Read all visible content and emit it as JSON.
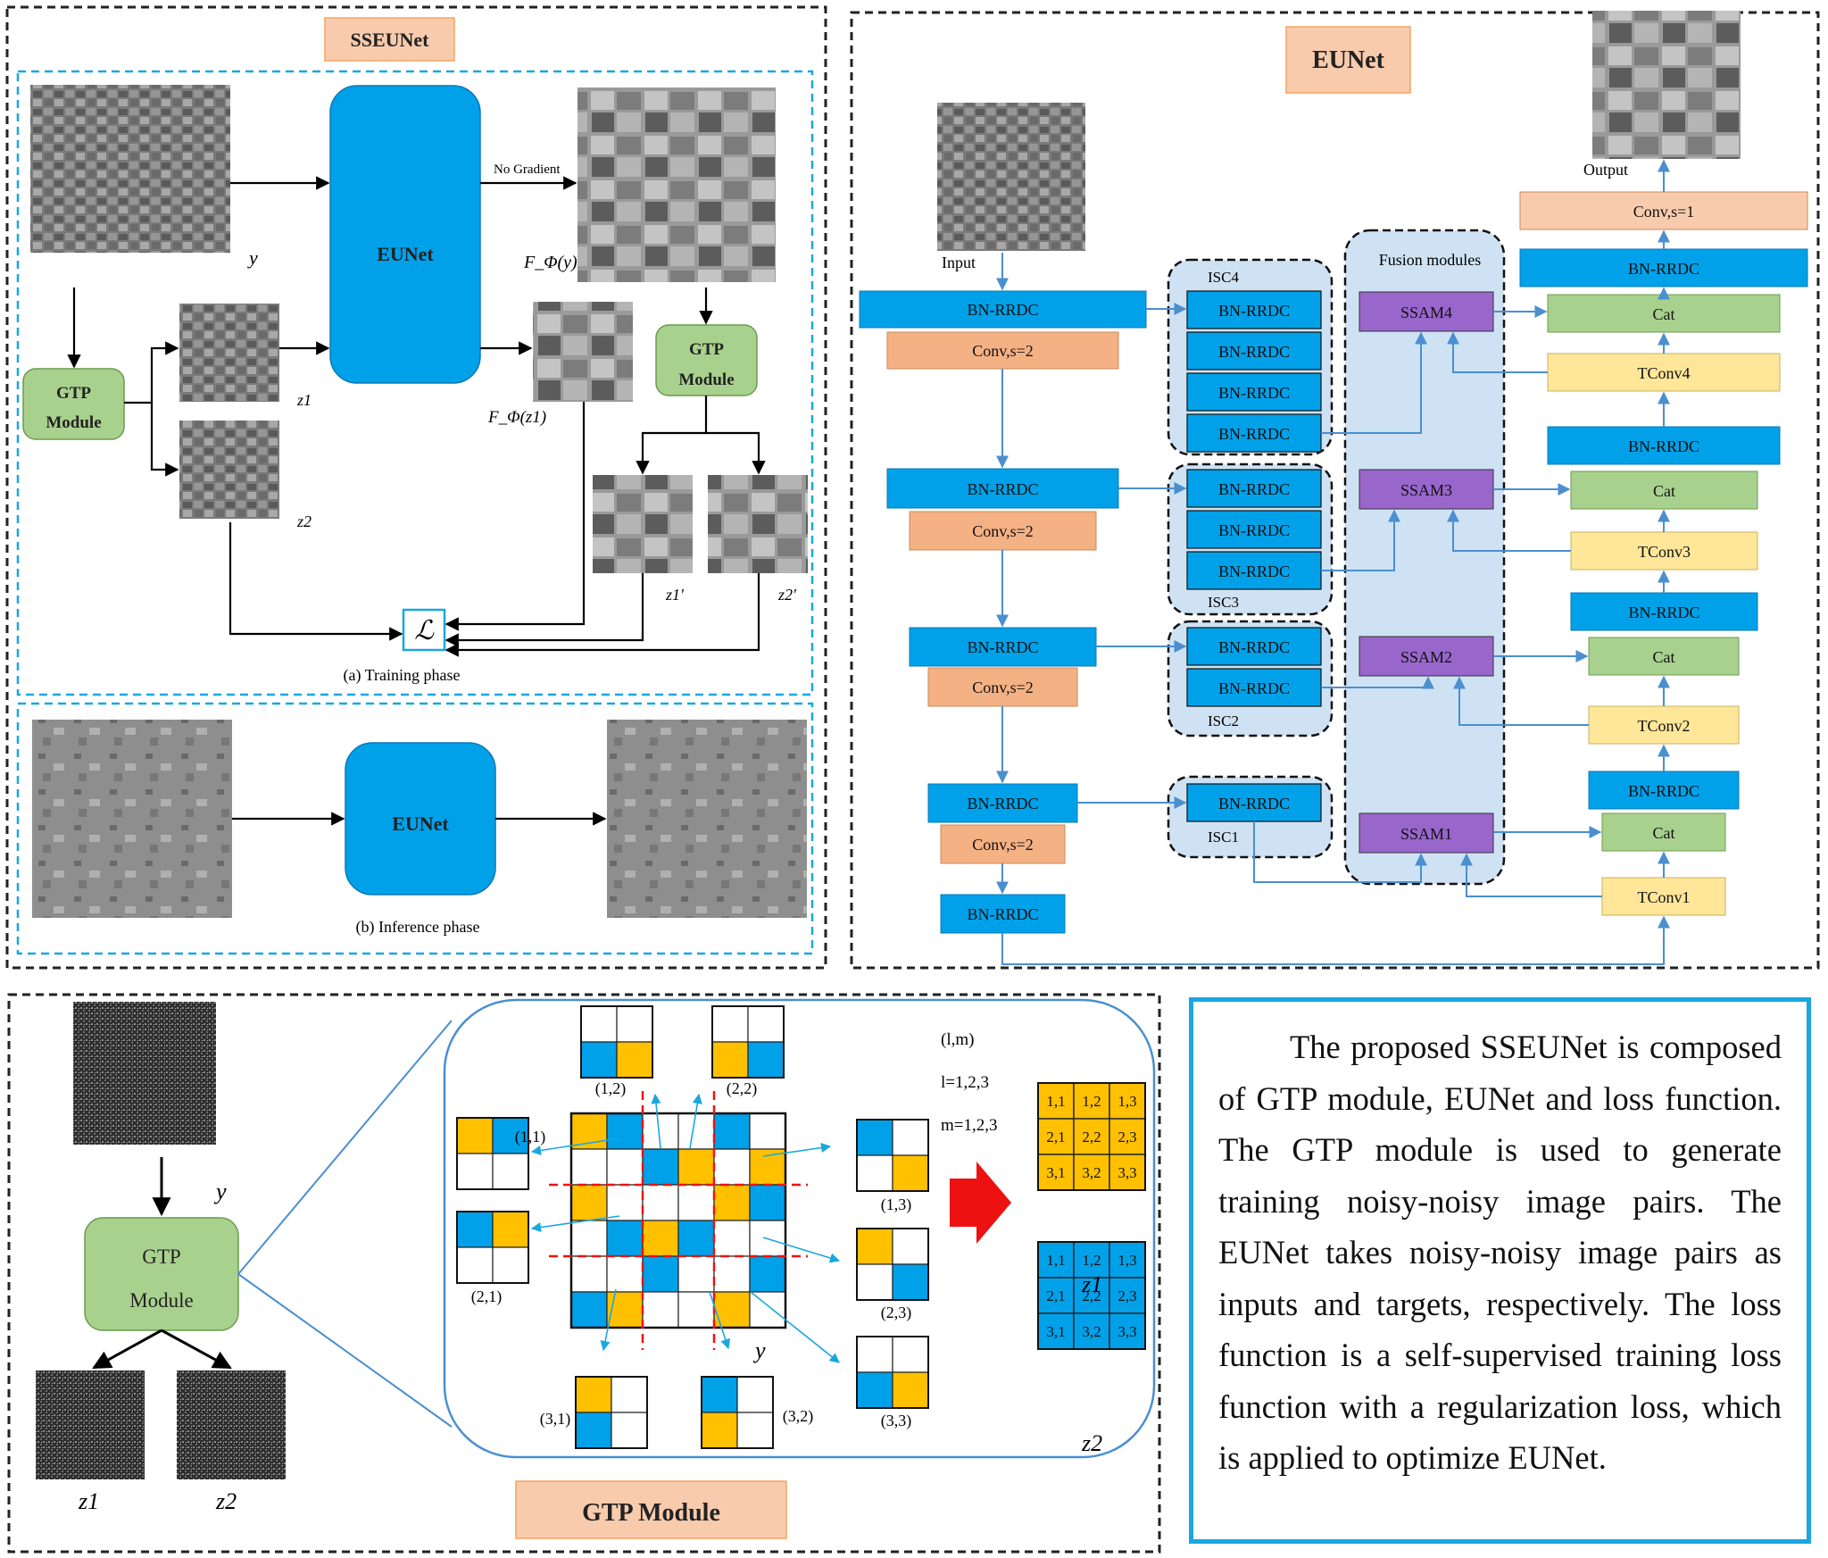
{
  "sseunet": {
    "title": "SSEUNet",
    "eunet_label": "EUNet",
    "gtp_label_1": "GTP",
    "gtp_label_2": "Module",
    "no_gradient": "No Gradient",
    "y": "y",
    "f_y": "F_Φ(y)",
    "f_z1": "F_Φ(z1)",
    "z1": "z1",
    "z2": "z2",
    "z1p": "z1'",
    "z2p": "z2'",
    "loss": "ℒ",
    "training_caption": "(a) Training phase",
    "inference_caption": "(b) Inference phase"
  },
  "eunet": {
    "title": "EUNet",
    "input": "Input",
    "output": "Output",
    "fusion_title": "Fusion modules",
    "bn": "BN-RRDC",
    "conv_s2": "Conv,s=2",
    "conv_s1": "Conv,s=1",
    "cat": "Cat",
    "isc": [
      "ISC4",
      "ISC3",
      "ISC2",
      "ISC1"
    ],
    "ssam": [
      "SSAM4",
      "SSAM3",
      "SSAM2",
      "SSAM1"
    ],
    "tconv": [
      "TConv4",
      "TConv3",
      "TConv2",
      "TConv1"
    ]
  },
  "gtp": {
    "title": "GTP Module",
    "gtp_1": "GTP",
    "gtp_2": "Module",
    "y": "y",
    "z1": "z1",
    "z2": "z2",
    "lm": "(l,m)",
    "l_range": "l=1,2,3",
    "m_range": "m=1,2,3",
    "pos": [
      "(1,1)",
      "(1,2)",
      "(2,2)",
      "(1,3)",
      "(2,1)",
      "(2,3)",
      "(3,1)",
      "(3,2)",
      "(3,3)"
    ],
    "grid": [
      [
        "1,1",
        "1,2",
        "1,3"
      ],
      [
        "2,1",
        "2,2",
        "2,3"
      ],
      [
        "3,1",
        "3,2",
        "3,3"
      ]
    ]
  },
  "description": "The proposed SSEUNet is composed of GTP module, EUNet and loss function. The GTP module is used to generate training noisy-noisy image pairs. The EUNet takes noisy-noisy image pairs as inputs and targets, respectively. The loss function is a self-supervised training loss function with a regularization loss, which is applied to optimize EUNet.",
  "colors": {
    "blue": "#00a1e9",
    "gtp_green": "#a9d18e",
    "orange": "#f4b183",
    "peach": "#f8cbad",
    "yellow": "#ffe699",
    "purple": "#9966cc",
    "cell_orange": "#ffc000",
    "cell_blue": "#00a1e9",
    "fusion_bg": "#cfe2f3",
    "border_cyan": "#19a7e0"
  }
}
